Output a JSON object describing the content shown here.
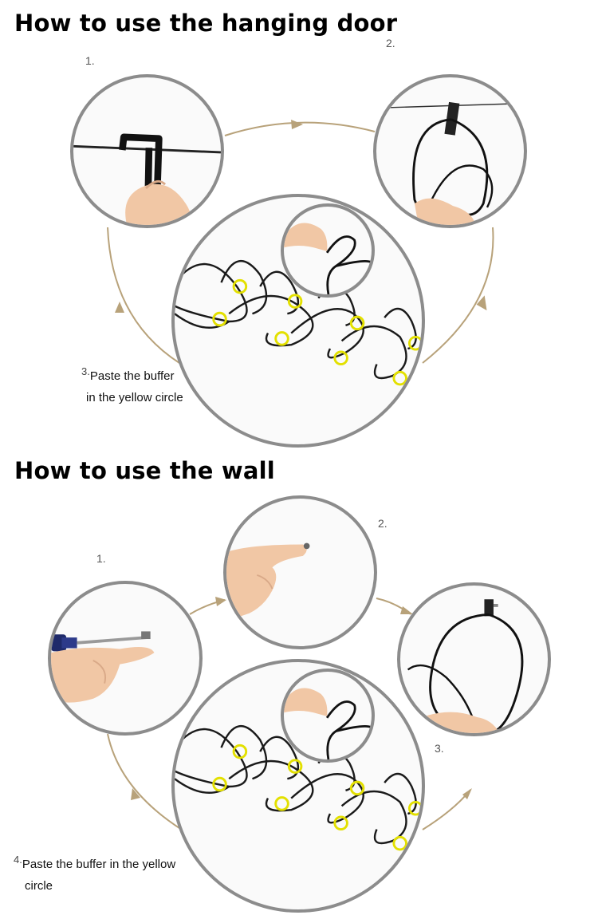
{
  "door": {
    "title": "How to use the hanging door",
    "step1": "1.",
    "step2": "2.",
    "step3_num": "3.",
    "step3_line1": "Paste the buffer",
    "step3_line2": "in the yellow circle"
  },
  "wall": {
    "title": "How to use the wall",
    "step1": "1.",
    "step2": "2.",
    "step3": "3.",
    "step4_num": "4.",
    "step4_line1": "Paste the buffer in the yellow",
    "step4_line2": "circle"
  },
  "colors": {
    "arrow": "#b8a27a",
    "circle_border": "#8c8c8c",
    "marker": "#e3e000",
    "wire": "#1a1a1a",
    "skin": "#f1c7a5"
  }
}
